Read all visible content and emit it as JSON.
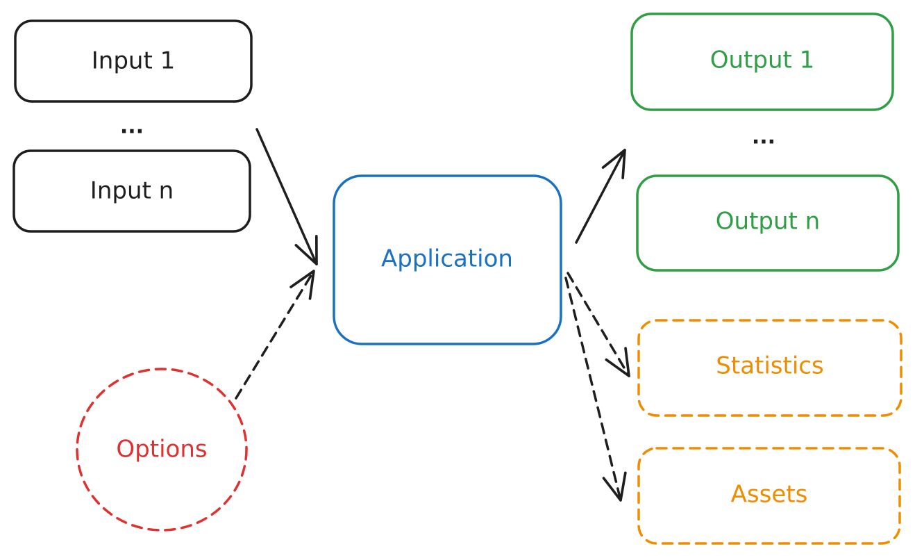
{
  "colors": {
    "input": "#1e1e1e",
    "application": "#1971c2",
    "output": "#2f9e44",
    "extra": "#f08c00",
    "options": "#e03131",
    "arrow": "#1e1e1e"
  },
  "nodes": {
    "input_1": "Input 1",
    "input_ellipsis": "...",
    "input_n": "Input n",
    "application": "Application",
    "options": "Options",
    "output_1": "Output 1",
    "output_ellipsis": "...",
    "output_n": "Output n",
    "statistics": "Statistics",
    "assets": "Assets"
  }
}
